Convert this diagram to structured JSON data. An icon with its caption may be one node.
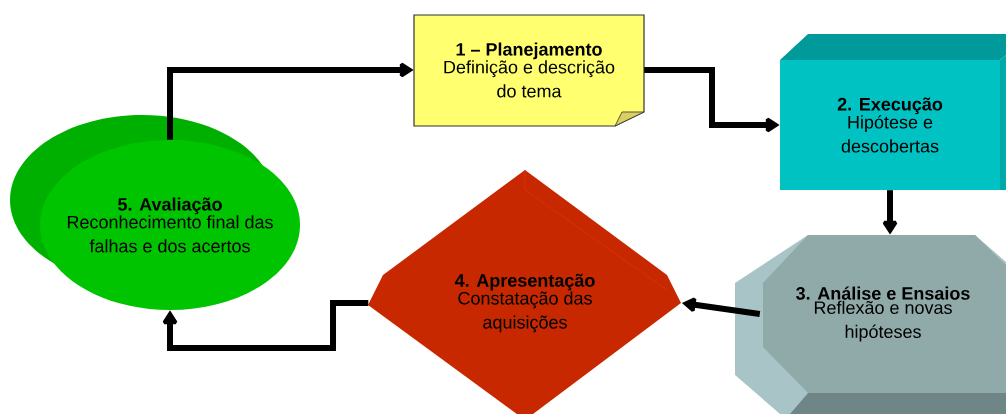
{
  "diagram": {
    "nodes": [
      {
        "text": [
          "1 – Planejamento",
          "Definição e descrição do tema"
        ]
      },
      {
        "text": [
          "2. Execução",
          "Hipótese e descobertas"
        ]
      },
      {
        "text": [
          "3. Análise e Ensaios",
          "Reflexão e novas hipóteses"
        ]
      },
      {
        "text": [
          "4. Apresentação",
          "Constatação das aquisições"
        ]
      },
      {
        "text": [
          "5. Avaliação",
          "Reconhecimento final das falhas e dos acertos"
        ]
      }
    ],
    "edges": [
      {
        "from": 4,
        "to": 0,
        "arrow": "to"
      },
      {
        "from": 0,
        "to": 1,
        "arrow": "to"
      },
      {
        "from": 1,
        "to": 2,
        "arrow": "to"
      },
      {
        "from": 2,
        "to": 3,
        "arrow": "to"
      },
      {
        "from": 3,
        "to": 4,
        "arrow": "to"
      }
    ]
  }
}
